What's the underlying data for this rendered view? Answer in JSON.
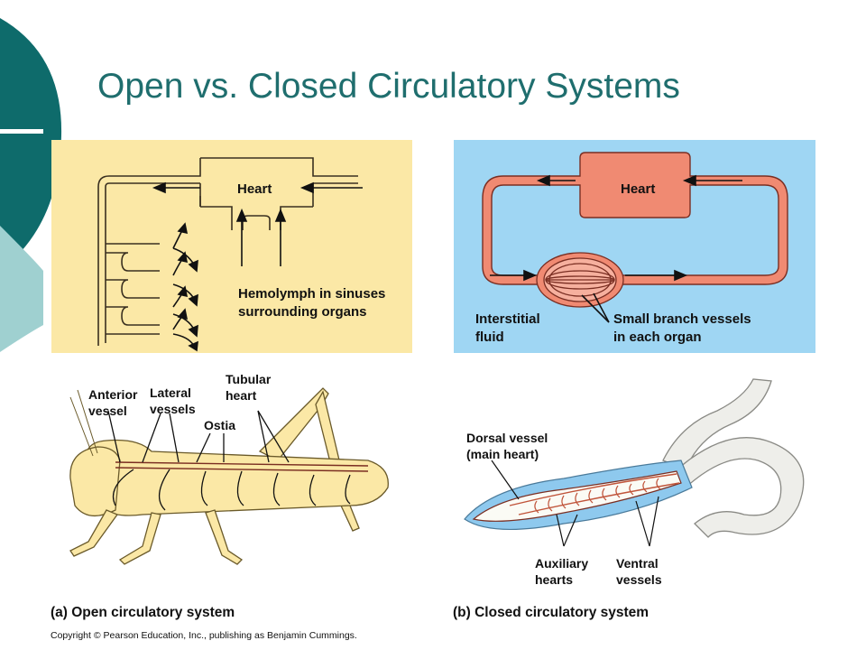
{
  "slide": {
    "title": "Open vs. Closed Circulatory Systems",
    "colors": {
      "accent_teal": "#0e6b6b",
      "accent_light_teal": "#9fd0d0",
      "title": "#1f6e6e",
      "open_panel": "#fbe8a6",
      "closed_panel": "#9fd6f3",
      "vessel_red": "#f08a72"
    }
  },
  "open_diagram": {
    "heart_label": "Heart",
    "hemolymph_label_line1": "Hemolymph in sinuses",
    "hemolymph_label_line2": "surrounding organs"
  },
  "closed_diagram": {
    "heart_label": "Heart",
    "interstitial_line1": "Interstitial",
    "interstitial_line2": "fluid",
    "branch_line1": "Small branch vessels",
    "branch_line2": "in each organ"
  },
  "grasshopper": {
    "anterior_line1": "Anterior",
    "anterior_line2": "vessel",
    "lateral_line1": "Lateral",
    "lateral_line2": "vessels",
    "tubular_line1": "Tubular",
    "tubular_line2": "heart",
    "ostia": "Ostia"
  },
  "earthworm": {
    "dorsal_line1": "Dorsal vessel",
    "dorsal_line2": "(main heart)",
    "auxiliary_line1": "Auxiliary",
    "auxiliary_line2": "hearts",
    "ventral_line1": "Ventral",
    "ventral_line2": "vessels"
  },
  "captions": {
    "open": "(a) Open circulatory system",
    "closed": "(b) Closed circulatory system",
    "copyright": "Copyright © Pearson Education, Inc., publishing as Benjamin Cummings."
  }
}
